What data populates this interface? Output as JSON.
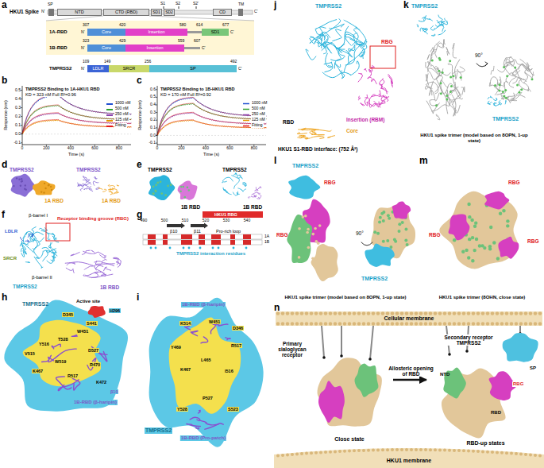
{
  "diagram": {
    "nodes": [
      {
        "text": [
          "NTD"
        ]
      },
      {
        "text": [
          "CTD (RBD)"
        ]
      },
      {
        "text": [
          "SD1"
        ]
      },
      {
        "text": [
          "SD2"
        ]
      },
      {
        "text": [
          "CD"
        ]
      },
      {
        "text": [
          "Core"
        ]
      },
      {
        "text": [
          "Insertion"
        ]
      },
      {
        "text": [
          "SD1"
        ]
      },
      {
        "text": [
          "Core"
        ]
      },
      {
        "text": [
          "Insertion"
        ]
      },
      {
        "text": [
          "LDLR"
        ]
      },
      {
        "text": [
          "SRCR"
        ]
      },
      {
        "text": [
          "SP"
        ]
      },
      {
        "text": [
          "Cellular membrane"
        ]
      },
      {
        "text": [
          "Close state"
        ]
      },
      {
        "text": [
          "RBD-up states"
        ]
      },
      {
        "text": [
          "HKU1 membrane"
        ]
      }
    ],
    "edges": [
      {
        "from": 14,
        "to": 15,
        "arrow": "to",
        "label": "Allosteric opening of RBD"
      }
    ],
    "labels": [
      "a",
      "b",
      "c",
      "d",
      "e",
      "f",
      "g",
      "h",
      "i",
      "j",
      "k",
      "l",
      "m",
      "n",
      "HKU1 Spike",
      "SP",
      "N'",
      "C'",
      "S1",
      "S2",
      "S2'",
      "TM",
      "307",
      "420",
      "580",
      "614",
      "677",
      "1A-RBD",
      "N'",
      "C'",
      "323",
      "429",
      "559",
      "607",
      "1B-RBD",
      "N'",
      "C'",
      "109",
      "149",
      "256",
      "492",
      "TMPRSS2",
      "N'",
      "C'",
      "TMPRSS2 Binding to 1A-HKU1 RBD",
      "KD = 323 nM Full R²=0.96",
      "0.5",
      "0.4",
      "0.3",
      "0.2",
      "0.1",
      "0.0",
      "-0.1",
      "0",
      "200",
      "400",
      "600",
      "800",
      "Response (nm)",
      "Time (s)",
      "TMPRSS2 Binding to 1B-HKU1 RBD",
      "KD = 170 nM Full R²=0.92",
      "1000 nM",
      "500 nM",
      "250 nM",
      "125 nM",
      "Fitting",
      "0.6",
      "0.5",
      "0.4",
      "0.3",
      "0.2",
      "0.1",
      "0.0",
      "-0.1",
      "0",
      "200",
      "400",
      "600",
      "800",
      "Response (nm)",
      "Time (s)",
      "TMPRSS2",
      "1A RBD",
      "TMPRSS2",
      "1A RBD",
      "TMPRSS2",
      "1B RBD",
      "TMPRSS2",
      "1B RBD",
      "β-barrel I",
      "LDLR",
      "Receptor binding groove (RBG)",
      "SRCR",
      "β-barrel II",
      "TMPRSS2",
      "1B RBD",
      "HKU1 RBG",
      "490",
      "500",
      "510",
      "520",
      "530",
      "540",
      "β10",
      "β11",
      "Pro-rich loop",
      "1A",
      "1B",
      "TMPRSS2 interaction residues",
      "TMPRSS2",
      "Active site",
      "H296",
      "D345",
      "S441",
      "W451",
      "T528",
      "Y516",
      "V515",
      "D527",
      "R470",
      "W519",
      "K467",
      "R517",
      "K472",
      "β10",
      "1B-RBD (β-haripin)",
      "1B-RBD (β-haripin)",
      "K514",
      "W451",
      "D346",
      "Y469",
      "R517",
      "L465",
      "K467",
      "I516",
      "Y528",
      "P527",
      "S523",
      "TMPRSS2",
      "1B-RBD (Pro-patch)",
      "TMPRSS2",
      "RBG",
      "Insertion (RBM)",
      "Core",
      "RBD",
      "HKU1 S1-RBD interface: (752 Å²)",
      "TMPRSS2",
      "90°",
      "TMPRSS2",
      "HKU1 spike trimer (model based on 8OPN, 1-up state)",
      "TMPRSS2",
      "RBG",
      "RBG",
      "90°",
      "TMPRSS2",
      "HKU1 spike trimer (model based on 8OPN, 1-up state)",
      "RBG",
      "RBG",
      "RBG",
      "HKU1 spike trimer (8OHN, close state)",
      "Primary sialoglycan receptor",
      "Secondary receptor TMPRSS2",
      "NTD",
      "SP",
      "RBG",
      "RBD"
    ],
    "legend": [
      {
        "text": "1000 nM",
        "color": "#1f4fd1"
      },
      {
        "text": "500 nM",
        "color": "#2ca02c"
      },
      {
        "text": "250 nM",
        "color": "#8e44ad"
      },
      {
        "text": "125 nM",
        "color": "#e69500"
      },
      {
        "text": "Fitting",
        "color": "#e41a1c"
      }
    ]
  }
}
